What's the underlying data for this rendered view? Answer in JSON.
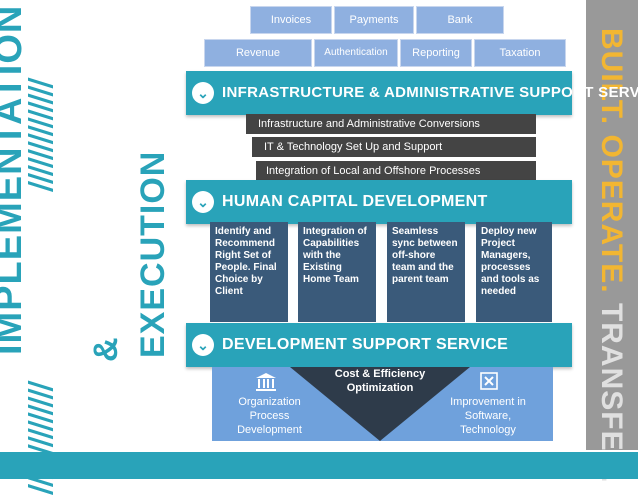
{
  "left": {
    "word1": "IMPLEMENTATION",
    "amp": "&",
    "word2": "EXECUTION",
    "slashes_top": "//////////////",
    "slashes_bottom": "//////////////"
  },
  "right_banner": {
    "built": "BUILT.",
    "operate": "OPERATE.",
    "transfer": "TRANSFER."
  },
  "tabs": {
    "invoices": "Invoices",
    "payments": "Payments",
    "bank": "Bank",
    "revenue": "Revenue",
    "authentication": "Authentication",
    "reporting": "Reporting",
    "taxation": "Taxation"
  },
  "sections": {
    "infrastructure": {
      "title": "INFRASTRUCTURE & ADMINISTRATIVE SUPPORT SERVICE",
      "items": [
        "Infrastructure and Administrative Conversions",
        "IT & Technology Set Up and Support",
        "Integration of Local and Offshore Processes"
      ]
    },
    "human_capital": {
      "title": "HUMAN CAPITAL DEVELOPMENT",
      "cards": [
        "Identify and Recommend Right Set of People. Final Choice by Client",
        "Integration of Capabilities with the Existing Home Team",
        "Seamless sync between off-shore team and the parent team",
        "Deploy new Project Managers, processes and tools as needed"
      ]
    },
    "development": {
      "title": "DEVELOPMENT SUPPORT SERVICE",
      "left_text": "Organization Process Development",
      "center_text": "Cost & Efficiency Optimization",
      "right_text": "Improvement in Software, Technology"
    }
  },
  "colors": {
    "teal": "#29a3b9",
    "tab_blue": "#8fb0e0",
    "card_navy": "#3a5a7a",
    "banner_gold": "#f2b632",
    "banner_grey": "#999999"
  },
  "icons": [
    "chevron-down-icon",
    "bank-icon",
    "excel-icon"
  ]
}
